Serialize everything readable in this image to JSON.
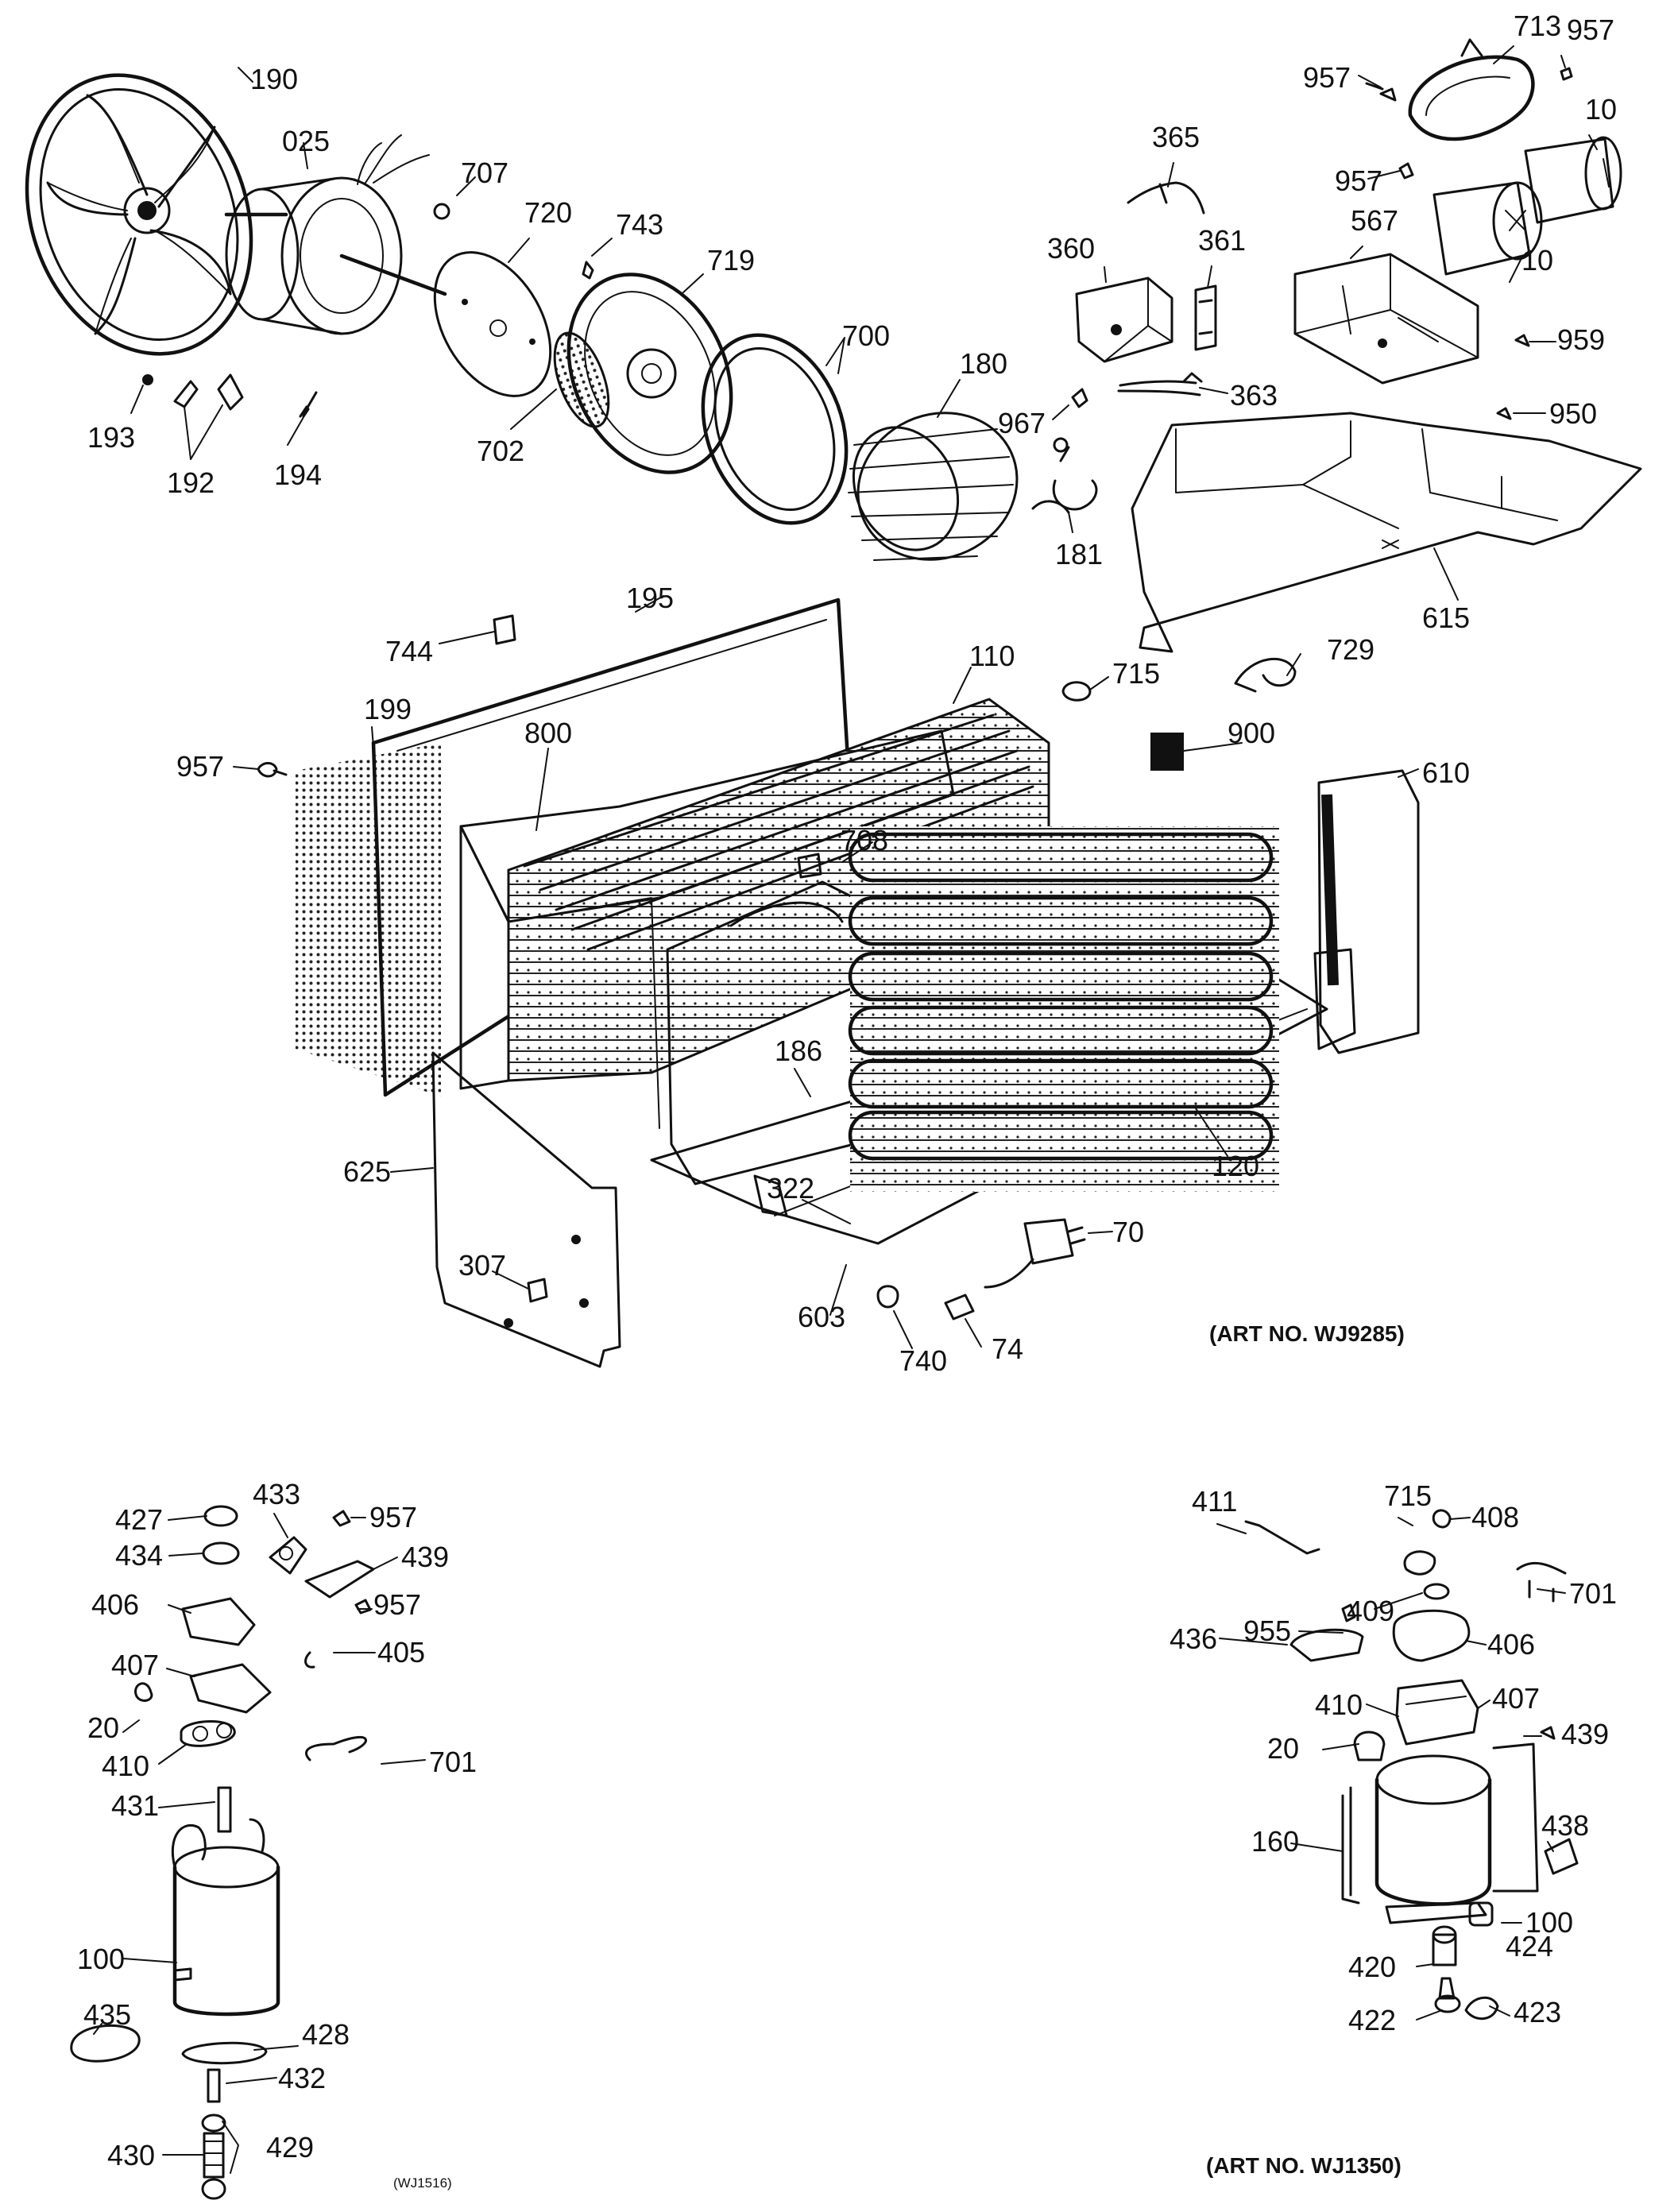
{
  "art_numbers": {
    "main": "(ART NO. WJ9285)",
    "rotary": "(ART NO. WJ1350)",
    "recip": "(WJ1516)"
  },
  "labels": {
    "190": "190",
    "025": "025",
    "707": "707",
    "720": "720",
    "743": "743",
    "719": "719",
    "700": "700",
    "180": "180",
    "702": "702",
    "193": "193",
    "192": "192",
    "194": "194",
    "365": "365",
    "360": "360",
    "361": "361",
    "363": "363",
    "967": "967",
    "181": "181",
    "713": "713",
    "957a": "957",
    "957b": "957",
    "957c": "957",
    "10a": "10",
    "10b": "10",
    "567": "567",
    "959": "959",
    "950": "950",
    "615": "615",
    "744": "744",
    "195": "195",
    "110": "110",
    "715": "715",
    "729": "729",
    "199": "199",
    "800": "800",
    "900": "900",
    "610": "610",
    "957d": "957",
    "708": "708",
    "186": "186",
    "625": "625",
    "322": "322",
    "120": "120",
    "307": "307",
    "70": "70",
    "603": "603",
    "740": "740",
    "74": "74",
    "r427": "427",
    "r433": "433",
    "r957a": "957",
    "r434": "434",
    "r439": "439",
    "r406": "406",
    "r957b": "957",
    "r407": "407",
    "r405": "405",
    "r20": "20",
    "r410": "410",
    "r701": "701",
    "r431": "431",
    "r100": "100",
    "r435": "435",
    "r428": "428",
    "r432": "432",
    "r430": "430",
    "r429": "429",
    "t411": "411",
    "t715": "715",
    "t408": "408",
    "t409": "409",
    "t701": "701",
    "t955": "955",
    "t436": "436",
    "t406": "406",
    "t410": "410",
    "t407": "407",
    "t439": "439",
    "t20": "20",
    "t438": "438",
    "t160": "160",
    "t100": "100",
    "t424": "424",
    "t420": "420",
    "t422": "422",
    "t423": "423"
  }
}
